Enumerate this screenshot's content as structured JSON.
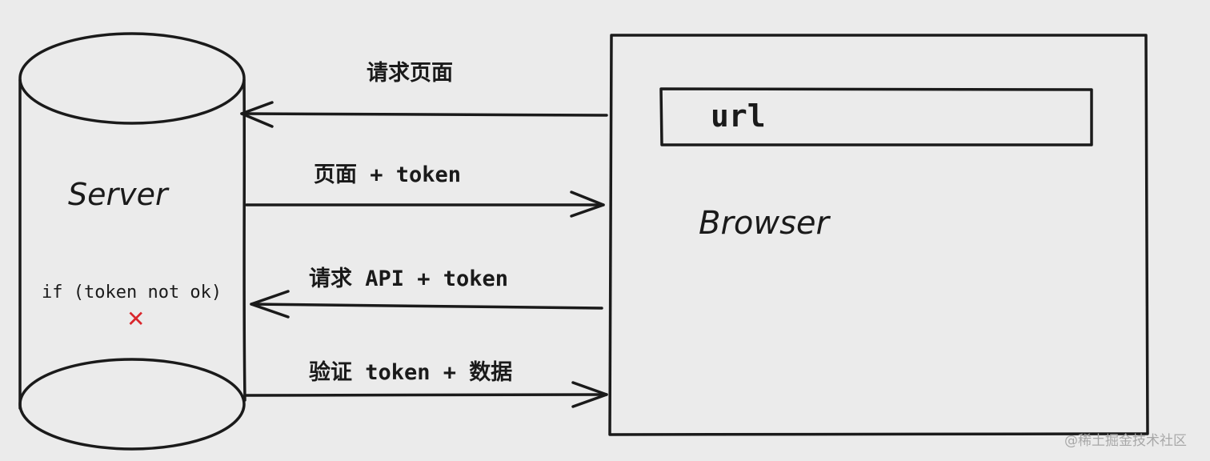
{
  "server": {
    "label": "Server",
    "condition": "if (token not ok)",
    "fail_mark": "✕"
  },
  "browser": {
    "label": "Browser",
    "url_bar": "url"
  },
  "messages": [
    {
      "text": "请求页面",
      "direction": "to-server"
    },
    {
      "text": "页面 + token",
      "direction": "to-browser"
    },
    {
      "text": "请求 API + token",
      "direction": "to-server"
    },
    {
      "text": "验证 token + 数据",
      "direction": "to-browser"
    }
  ],
  "watermark": "@稀土掘金技术社区",
  "colors": {
    "ink": "#1a1a1a",
    "fail": "#d9262c",
    "background": "#ebebeb",
    "watermark": "#a8a8a8"
  }
}
